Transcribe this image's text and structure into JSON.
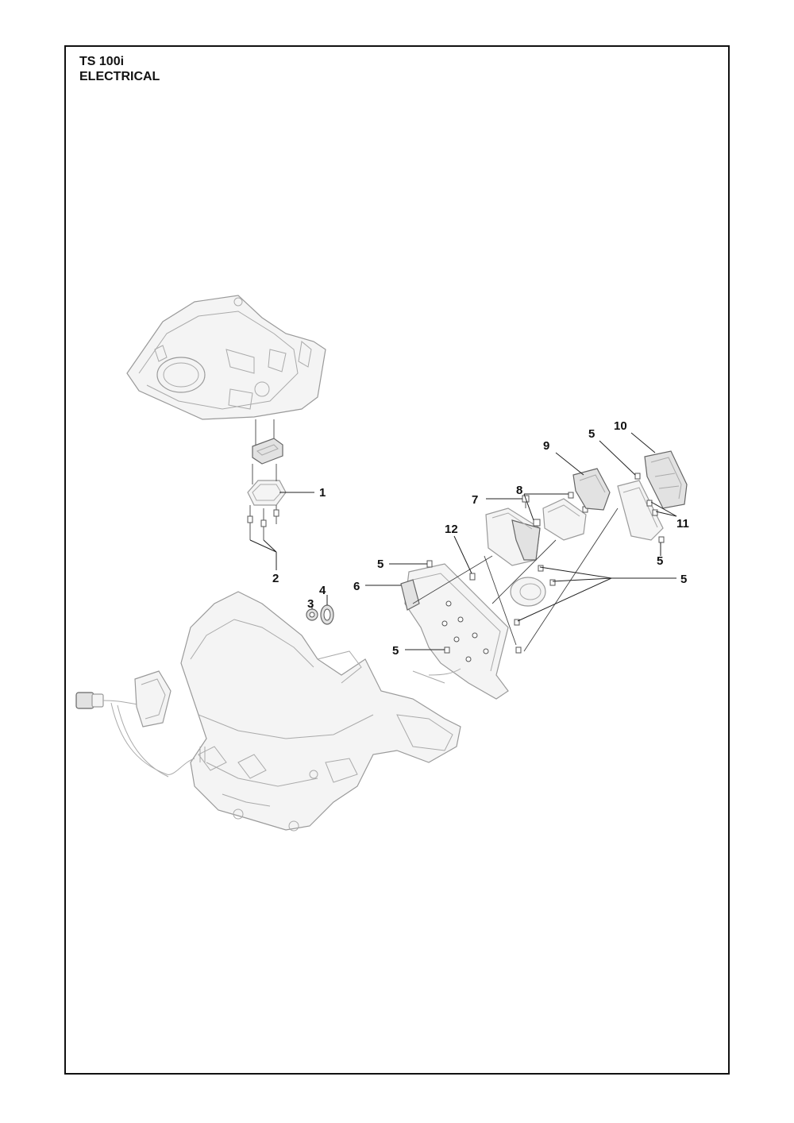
{
  "title": {
    "model": "TS 100i",
    "section": "ELECTRICAL"
  },
  "callouts": {
    "c1": "1",
    "c2": "2",
    "c3": "3",
    "c4": "4",
    "c5a": "5",
    "c5b": "5",
    "c5c": "5",
    "c5d": "5",
    "c5e": "5",
    "c6": "6",
    "c7": "7",
    "c8": "8",
    "c9": "9",
    "c10": "10",
    "c11": "11",
    "c12": "12"
  },
  "colors": {
    "ink": "#111111",
    "line_art": "#9a9a9a",
    "fill": "#f4f4f4"
  }
}
